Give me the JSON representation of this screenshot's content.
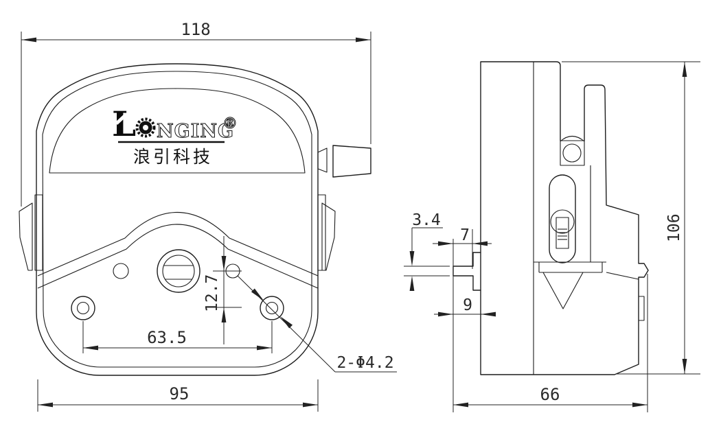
{
  "drawing": {
    "brand": {
      "initial": "L",
      "name_rest": "NGING",
      "registered_mark": "®",
      "chinese_name": "浪引科技"
    },
    "front_view": {
      "dim_overall_width": "118",
      "dim_base_width": "95",
      "dim_hole_spacing": "63.5",
      "dim_hole_vertical_offset": "12.7",
      "hole_callout": "2-Φ4.2"
    },
    "side_view": {
      "dim_height": "106",
      "dim_depth": "66",
      "dim_key_slot_width": "3.4",
      "dim_shaft_length": "7",
      "dim_shaft_total_length": "9"
    },
    "colors": {
      "line": "#1c1c1c",
      "dimension_line": "#222222",
      "background": "#ffffff"
    }
  }
}
